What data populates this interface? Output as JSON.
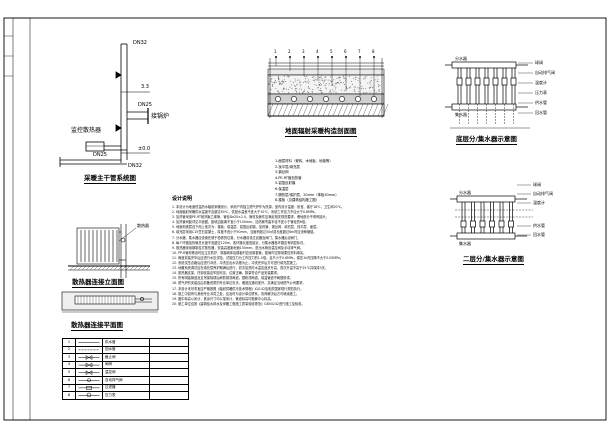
{
  "riser_diagram": {
    "title": "采暖主干管系统图",
    "pipe_top": "DN32",
    "pipe_mid": "DN25",
    "pipe_bottom": "DN25",
    "pipe_bottom2": "DN32",
    "elevation_upper": "3.3",
    "elevation_zero": "±0.0",
    "connect_label": "接锅炉",
    "monitor_label": "监控散热器"
  },
  "section_diagram": {
    "title": "地面辐射采暖构造剖面图",
    "marker_numbers": [
      "1",
      "2",
      "3",
      "4",
      "5",
      "6",
      "7",
      "8"
    ],
    "layers": [
      "1-面层材料（瓷砖、木地板、地毯等）",
      "2-找平层/填充层",
      "3-钢丝网",
      "4-PE-RT管加热管",
      "5-铝箔反射膜",
      "6-保温层",
      "7-隔热层/保护层，20mm（苯板30mm）",
      "8-楼板（见建筑结构施工图）"
    ]
  },
  "manifold_floor1": {
    "title": "底层分/集水器示意图",
    "labels": [
      "分水器",
      "集水器",
      "球阀",
      "自动排气阀",
      "温度计",
      "压力表",
      "供水管",
      "回水管"
    ]
  },
  "manifold_floor2": {
    "title": "二层分/集水器示意图",
    "labels": [
      "分水器",
      "集水器",
      "球阀",
      "自动排气阀",
      "温度计",
      "供水管",
      "回水管"
    ]
  },
  "radiator_elevation": {
    "title": "散热器连接立面图",
    "tag": "散热器"
  },
  "radiator_plan": {
    "title": "散热器连接平面图"
  },
  "legend": {
    "rows": [
      {
        "no": "1",
        "name": "供水管",
        "remark": ""
      },
      {
        "no": "2",
        "name": "回水管",
        "remark": ""
      },
      {
        "no": "3",
        "name": "截止阀",
        "remark": ""
      },
      {
        "no": "4",
        "name": "闸阀",
        "remark": ""
      },
      {
        "no": "5",
        "name": "温控阀",
        "remark": ""
      },
      {
        "no": "6",
        "name": "自动排气阀",
        "remark": ""
      },
      {
        "no": "7",
        "name": "过滤器",
        "remark": ""
      },
      {
        "no": "8",
        "name": "压力表",
        "remark": ""
      }
    ]
  },
  "design_notes": {
    "title": "设计说明",
    "lines": [
      "1. 本设计为地面低温热水辐射采暖设计，采用户内独立燃气炉作为热源，室内设计温度：卧室、客厅18℃，卫生间20℃。",
      "2. 地面辐射采暖供水温度不应超过60℃，供回水温差不宜大于10℃，系统工作压力不应大于0.8MPa。",
      "3. 加热管采用PE-RT耐热聚乙烯管，管径De20×2.0，管材及管件应满足相关规范要求，埋地部分不得有接头。",
      "4. 加热管间距详见平面图，距墙边距离不宜小于100mm，加热管弯曲半径不宜小于管径的6倍。",
      "5. 地面构造层自下而上依次为：楼板、保温层、铝箔反射膜、加热管、钢丝网、填充层、找平层、面层。",
      "6. 填充层采用C15豆石混凝土，厚度不宜小于50mm，当面积超过30㎡或长度超过6m时应设伸缩缝。",
      "7. 分水器、集水器应设置在便于检修的位置，分水器前设过滤器及阀门，集水器后设阀门。",
      "8. 每个环路加热管总长度不宜超过120m，各环路长度宜接近，分集水器各环路应有明显标识。",
      "9. 散热器采用钢制柱式散热器，安装高度距地面150mm，进出水管设温控阀及手动排气阀。",
      "10. PP-R管材敷设时应注意防护，穿越墙体及楼板时应设置套管，套管内空隙用柔性材料填实。",
      "11. 管道安装完毕后应进行水压试验，试验压力为工作压力的1.5倍，且不小于0.6MPa，稳压1h内压降不大于0.05MPa。",
      "12. 系统试压合格后应进行冲洗，冲洗至出水清澈为止；冲洗完毕后方可进行填充层施工。",
      "13. 地暖系统调试应在填充层养护期满后进行，初次加热时水温应逐步升高，首次升温不高于25℃并保持3天。",
      "14. 散热器支架、托钩安装应牢固可靠，位置正确，数量符合产品安装要求。",
      "15. 所有明装管道及支吊架除锈后刷防锈漆两道，银粉漆两道，保温管道不刷银粉漆。",
      "16. 燃气炉的安装应由具备资质的专业单位负责，烟道应通向室外，并满足当地燃气公司要求。",
      "17. 本设计未尽事宜应严格按照《辐射供暖供冷技术规程》JGJ142及相关国家现行规范执行。",
      "18. 施工中如有与其他专业冲突之处，应及时与设计单位联系，协商解决后方可继续施工。",
      "19. 图中标高以米计，其余尺寸均以毫米计，管道标高均指管中心标高。",
      "20. 施工单位应按《建筑给水排水及采暖工程施工质量验收规范》GB50242进行施工及验收。"
    ]
  }
}
